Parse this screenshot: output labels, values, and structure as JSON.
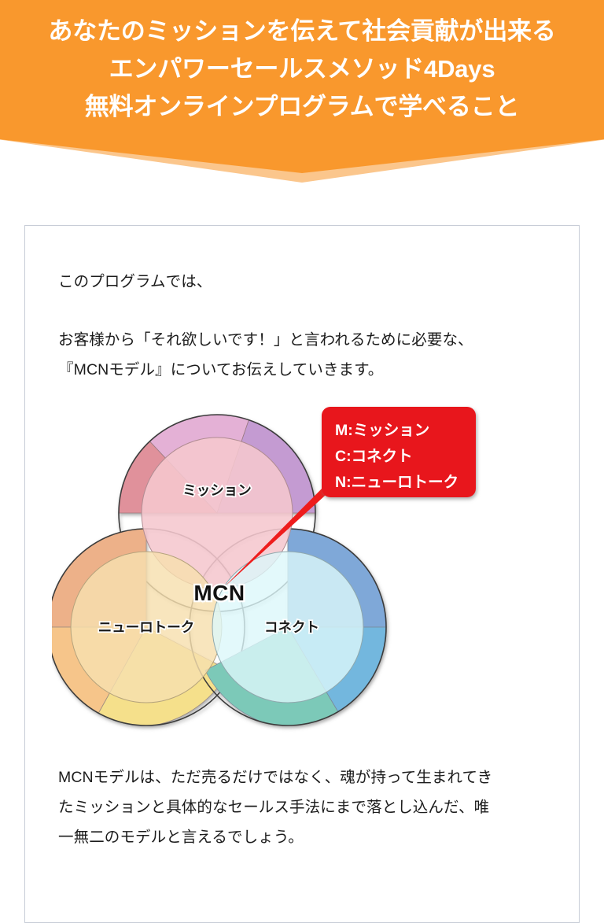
{
  "hero": {
    "lines": [
      "あなたのミッションを伝えて社会貢献が出来る",
      "エンパワーセールスメソッド4Days",
      "無料オンラインプログラムで学べること"
    ],
    "bg_color": "#F9982D",
    "edge_color": "#FBC68C",
    "text_color": "#FFFFFF"
  },
  "card": {
    "border_color": "#C7CCD6",
    "intro": "このプログラムでは、",
    "lead_line1": "お客様から「それ欲しいです！」と言われるために必要な、",
    "lead_line2": "『MCNモデル』についてお伝えしていきます。",
    "footer_line1": "MCNモデルは、ただ売るだけではなく、魂が持って生まれてき",
    "footer_line2": "たミッションと具体的なセールス手法にまで落とし込んだ、唯",
    "footer_line3": "一無二のモデルと言えるでしょう。"
  },
  "diagram": {
    "type": "venn",
    "center_label": "MCN",
    "center_fill": "#F5C22B",
    "center_stroke": "#EE1C1C",
    "circles": [
      {
        "key": "mission",
        "label": "ミッション",
        "inner_fill": "#F7CFD4",
        "ring_colors": [
          "#E0919B",
          "#E4B1D6",
          "#C49BD2"
        ]
      },
      {
        "key": "neurotalk",
        "label": "ニューロトーク",
        "inner_fill": "#F8E2B4",
        "ring_colors": [
          "#EDB189",
          "#F6C58A",
          "#F5E08B"
        ]
      },
      {
        "key": "connect",
        "label": "コネクト",
        "inner_fill": "#DFF8FA",
        "ring_colors": [
          "#7FA8D8",
          "#73B7DE",
          "#7CC9B8"
        ]
      }
    ],
    "callout": {
      "bg_color": "#E8131B",
      "text_color": "#FFFFFF",
      "lines": [
        "M:ミッション",
        "C:コネクト",
        "N:ニューロトーク"
      ]
    }
  }
}
